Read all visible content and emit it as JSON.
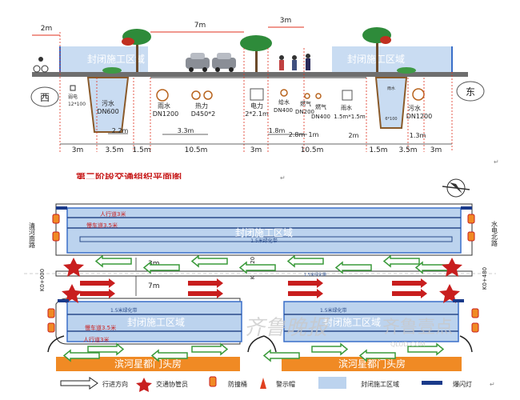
{
  "section": {
    "closed_zone": "封闭施工区域",
    "west": "西",
    "east": "东",
    "dims": {
      "d2m": "2m",
      "d7m": "7m",
      "d3m": "3m",
      "b3m_left": "3m",
      "b35m_left": "3.5m",
      "b15m_left": "1.5m",
      "b105m_left": "10.5m",
      "b3m_mid": "3m",
      "b105m_right": "10.5m",
      "b15m_right": "1.5m",
      "b35m_right": "3.5m",
      "b3m_right": "3m",
      "i22m": "2.2m",
      "i33m": "3.3m",
      "i18m": "1.8m",
      "i28m": "2.8m",
      "i1m": "1m",
      "i2m": "2m",
      "i13m": "1.3m"
    },
    "pipes": {
      "telecom": "弱电",
      "telecom_size": "12*100",
      "sewer_l": "污水",
      "sewer_l_size": "DN600",
      "rain1": "雨水",
      "rain1_size": "DN1200",
      "heat": "热力",
      "heat_size": "D450*2",
      "power": "电力",
      "power_size": "2*2.1m",
      "water": "给水",
      "water_size": "DN400",
      "gas1": "燃气",
      "gas1_size": "DN200",
      "gas2": "燃气",
      "gas2_size": "DN400",
      "rain2": "雨水",
      "rain2_size": "1.5m*1.5m",
      "sewer_r": "污水",
      "sewer_r_size": "DN1200",
      "rbox": "雨水",
      "rbox_size": "6*100"
    }
  },
  "plan": {
    "title": "第二阶段交通组织平面图",
    "closed_zone": "封闭施工区域",
    "ped_lane": "人行道3米",
    "slow_lane": "慢车道3.5米",
    "green_belt": "1.5米绿化带",
    "left_road": "清河南路",
    "right_road": "水电北路",
    "k_left": "K0+000",
    "k_mid": "K0+320",
    "k_right": "K0+480",
    "w3m": "3m",
    "w7m": "7m",
    "building": "滨河星都门头房",
    "watermark": "齐鲁晚报",
    "watermark2": "齐鲁壹点",
    "watermark3": "QLUD.COM"
  },
  "legend": {
    "direction": "行进方向",
    "officer": "交通协管员",
    "barrel": "防撞桶",
    "cone": "警示帽",
    "zone": "封闭施工区域",
    "flash": "爆闪灯"
  },
  "colors": {
    "zone_fill": "#bcd3ee",
    "arrow_red": "#c81e1e",
    "arrow_green": "#3a9a3a",
    "building": "#f08a24",
    "dim_red": "#e0301e"
  }
}
